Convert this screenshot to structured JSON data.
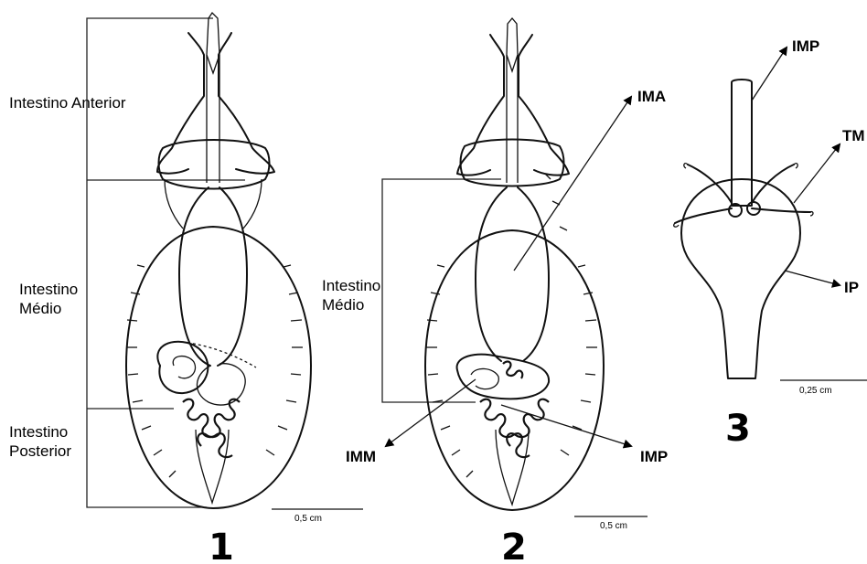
{
  "figure1": {
    "regions": [
      {
        "lines": "Intestino Anterior"
      },
      {
        "lines": "Intestino\nMédio"
      },
      {
        "lines": "Intestino\nPosterior"
      }
    ],
    "scale_label": "0,5 cm",
    "number": "1"
  },
  "figure2": {
    "region": {
      "lines": "Intestino\nMédio"
    },
    "annotations": {
      "ima": "IMA",
      "imm": "IMM",
      "imp": "IMP"
    },
    "scale_label": "0,5 cm",
    "number": "2"
  },
  "figure3": {
    "annotations": {
      "imp": "IMP",
      "tm": "TM",
      "ip": "IP"
    },
    "scale_label": "0,25 cm",
    "number": "3"
  }
}
